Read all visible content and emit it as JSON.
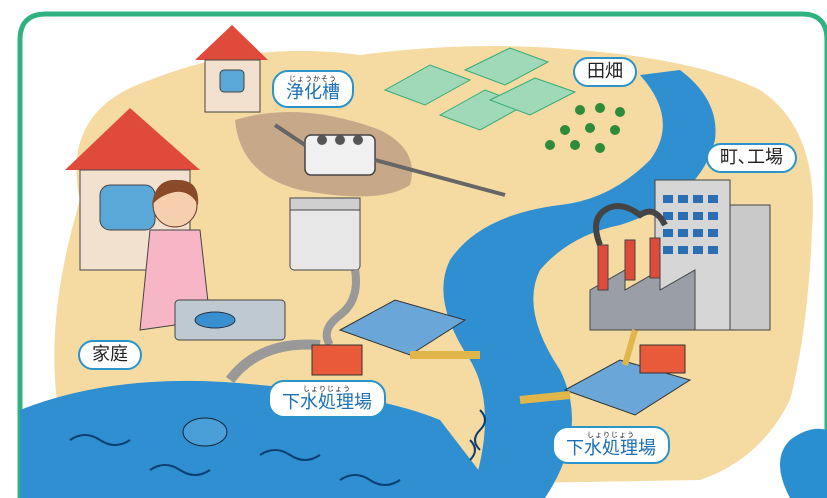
{
  "labels": {
    "septic_tank": {
      "ruby": "じょうかそう",
      "text": "浄化槽"
    },
    "fields": {
      "text": "田畑"
    },
    "town_factory": {
      "text": "町､工場"
    },
    "home": {
      "text": "家庭"
    },
    "sewage_plant_left": {
      "ruby": "しょりじょう",
      "text": "下水処理場"
    },
    "sewage_plant_right": {
      "ruby": "しょりじょう",
      "text": "下水処理場"
    }
  },
  "colors": {
    "frame": "#2fb27f",
    "land": "#f5dba1",
    "water": "#2f8fd0",
    "label_border": "#2a93c9",
    "roof": "#e04a3a"
  }
}
